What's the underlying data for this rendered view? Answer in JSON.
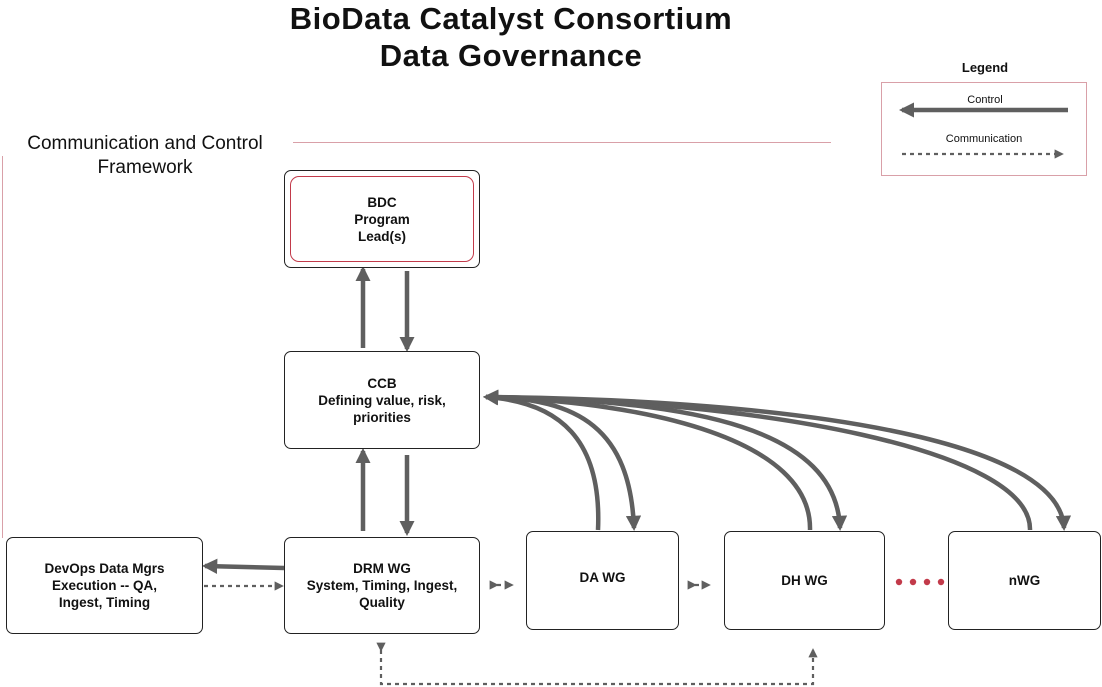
{
  "title": {
    "line1": "BioData Catalyst Consortium",
    "line2": "Data Governance"
  },
  "subtitle": "Communication and Control\nFramework",
  "legend": {
    "title": "Legend",
    "control_label": "Control",
    "communication_label": "Communication"
  },
  "nodes": {
    "bdc": "BDC\nProgram\nLead(s)",
    "ccb": "CCB\nDefining value, risk,\npriorities",
    "devops": "DevOps Data Mgrs\nExecution -- QA,\nIngest, Timing",
    "drm": "DRM WG\nSystem, Timing, Ingest,\nQuality",
    "da": "DA WG",
    "dh": "DH WG",
    "nwg": "nWG"
  },
  "colors": {
    "arrow": "#5f5f5f",
    "accent": "#c23a4a",
    "rule": "#d9a0a8"
  }
}
